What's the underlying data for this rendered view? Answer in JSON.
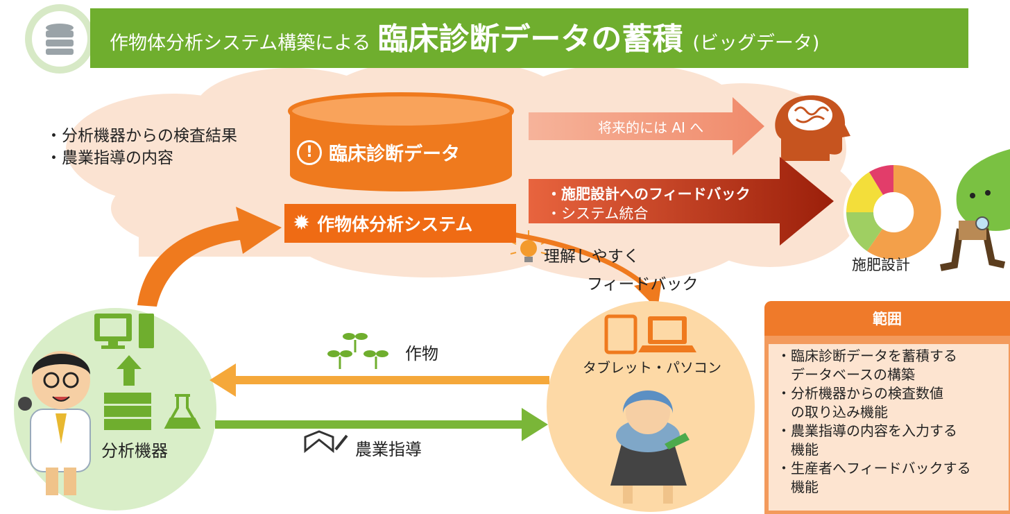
{
  "header": {
    "prefix": "作物体分析システム構築による",
    "main": "臨床診断データの蓄積",
    "suffix": "(ビッグデータ)",
    "icon": "database-icon"
  },
  "cloud_bullets": [
    "・分析機器からの検査結果",
    "・農業指導の内容"
  ],
  "database": {
    "label": "臨床診断データ",
    "icon": "exclamation-icon"
  },
  "system": {
    "label": "作物体分析システム",
    "icon": "gear-icon"
  },
  "ai_arrow": {
    "label": "将来的には AI へ",
    "icon": "brain-head-icon"
  },
  "feedback_arrow": {
    "line1": "・施肥設計へのフィードバック",
    "line2": "・システム統合"
  },
  "fertilizer": {
    "label": "施肥設計",
    "icon": "donut-chart-icon"
  },
  "hint": {
    "line1": "理解しやすく",
    "line2": "フィードバック",
    "icon": "lightbulb-icon"
  },
  "lab": {
    "label": "分析機器",
    "icons": [
      "monitor-icon",
      "server-icon",
      "flask-icon",
      "up-arrow-icon"
    ]
  },
  "device": {
    "label": "タブレット・パソコン",
    "icons": [
      "tablet-icon",
      "laptop-icon"
    ]
  },
  "crop_arrow": {
    "label": "作物",
    "icon": "seedling-icon"
  },
  "guidance_arrow": {
    "label": "農業指導",
    "icon": "book-pen-icon"
  },
  "scope": {
    "title": "範囲",
    "items": [
      "・臨床診断データを蓄積する",
      "　データベースの構築",
      "・分析機器からの検査数値",
      "　の取り込み機能",
      "・農業指導の内容を入力する",
      "　機能",
      "・生産者へフィードバックする",
      "　機能"
    ]
  },
  "colors": {
    "green": "#6fae2e",
    "orange": "#ef6b14",
    "dark_red": "#b8330f",
    "peach": "#fde4d0",
    "light_green_circle": "#d9eec8",
    "light_orange_circle": "#fdd9a6"
  }
}
